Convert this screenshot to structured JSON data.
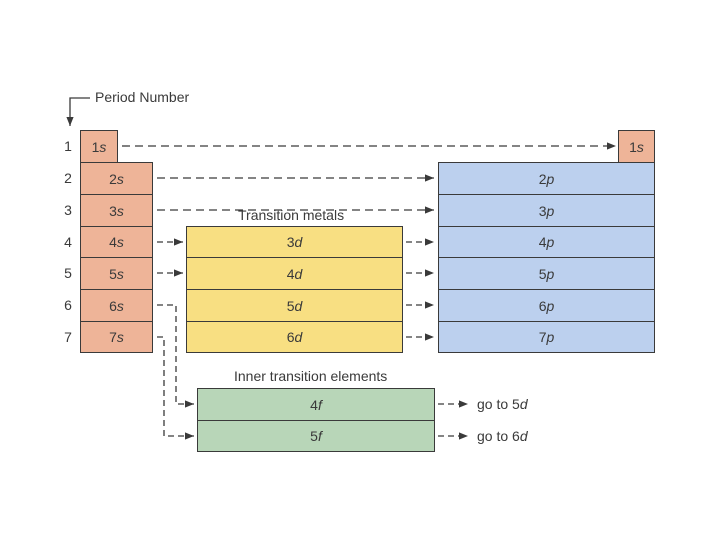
{
  "period_number_label": "Period Number",
  "periods": [
    "1",
    "2",
    "3",
    "4",
    "5",
    "6",
    "7"
  ],
  "s_block": [
    {
      "n": "1",
      "l": "s"
    },
    {
      "n": "2",
      "l": "s"
    },
    {
      "n": "3",
      "l": "s"
    },
    {
      "n": "4",
      "l": "s"
    },
    {
      "n": "5",
      "l": "s"
    },
    {
      "n": "6",
      "l": "s"
    },
    {
      "n": "7",
      "l": "s"
    }
  ],
  "helium_1s": {
    "n": "1",
    "l": "s"
  },
  "p_block": [
    {
      "n": "2",
      "l": "p"
    },
    {
      "n": "3",
      "l": "p"
    },
    {
      "n": "4",
      "l": "p"
    },
    {
      "n": "5",
      "l": "p"
    },
    {
      "n": "6",
      "l": "p"
    },
    {
      "n": "7",
      "l": "p"
    }
  ],
  "transition_metals_label": "Transition metals",
  "d_block": [
    {
      "n": "3",
      "l": "d"
    },
    {
      "n": "4",
      "l": "d"
    },
    {
      "n": "5",
      "l": "d"
    },
    {
      "n": "6",
      "l": "d"
    }
  ],
  "inner_transition_label": "Inner transition elements",
  "f_block": [
    {
      "n": "4",
      "l": "f"
    },
    {
      "n": "5",
      "l": "f"
    }
  ],
  "go_to": [
    {
      "prefix": "go to ",
      "n": "5",
      "l": "d"
    },
    {
      "prefix": "go to ",
      "n": "6",
      "l": "d"
    }
  ],
  "colors": {
    "s_block": "#eeb498",
    "p_block": "#bcd0ee",
    "d_block": "#f8df82",
    "f_block": "#b8d6b8",
    "line": "#3a3a3a"
  }
}
